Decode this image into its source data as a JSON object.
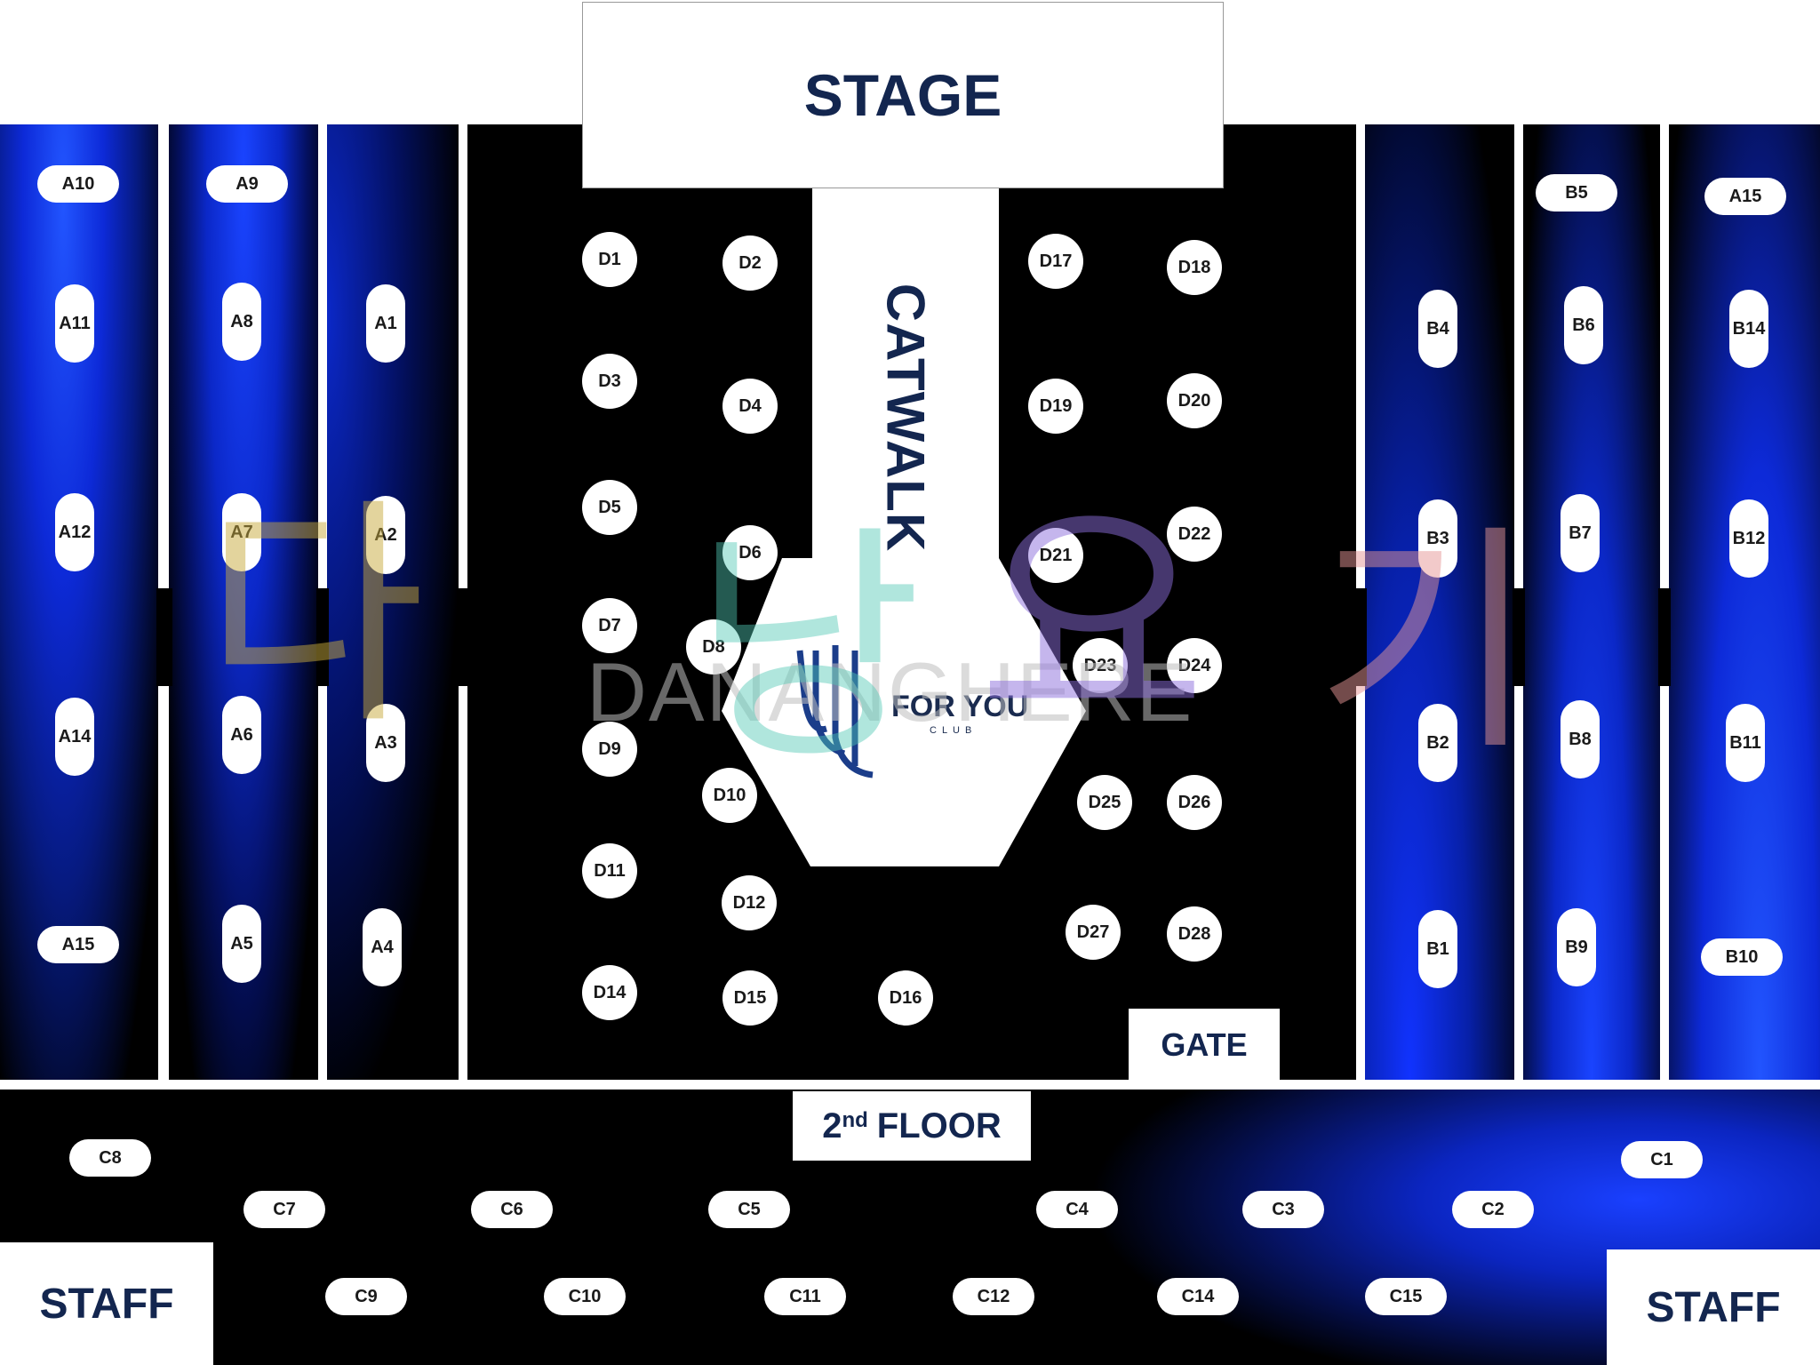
{
  "labels": {
    "stage": "STAGE",
    "catwalk": "CATWALK",
    "gate": "GATE",
    "floor2_base": "2",
    "floor2_sup": "nd",
    "floor2_word": "FLOOR",
    "staff": "STAFF",
    "logo_text": "FOR YOU",
    "logo_sub": "CLUB",
    "watermark_en": "DANANGHERE",
    "watermark_ko": [
      "다",
      "낭",
      "요",
      "기"
    ]
  },
  "seats": {
    "A": [
      "A10",
      "A9",
      "A11",
      "A8",
      "A1",
      "A12",
      "A7",
      "A2",
      "A14",
      "A6",
      "A3",
      "A15",
      "A5",
      "A4"
    ],
    "B": [
      "B5",
      "A15",
      "B4",
      "B6",
      "B14",
      "B3",
      "B7",
      "B12",
      "B2",
      "B8",
      "B11",
      "B1",
      "B9",
      "B10"
    ],
    "D": [
      "D1",
      "D2",
      "D3",
      "D4",
      "D5",
      "D6",
      "D7",
      "D8",
      "D9",
      "D10",
      "D11",
      "D12",
      "D14",
      "D15",
      "D16",
      "D17",
      "D18",
      "D19",
      "D20",
      "D21",
      "D22",
      "D23",
      "D24",
      "D25",
      "D26",
      "D27",
      "D28"
    ],
    "C": [
      "C8",
      "C1",
      "C7",
      "C6",
      "C5",
      "C4",
      "C3",
      "C2",
      "C9",
      "C10",
      "C11",
      "C12",
      "C14",
      "C15"
    ]
  },
  "colors": {
    "label_navy": "#13264f",
    "zone_blue": "#0b28c8",
    "background": "#000000"
  }
}
